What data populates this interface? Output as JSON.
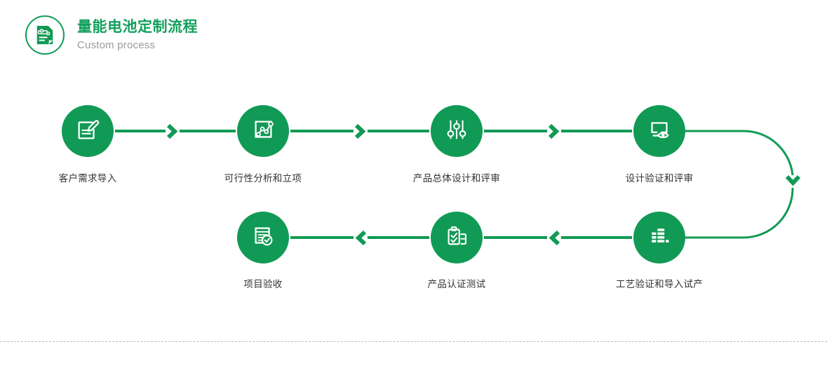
{
  "header": {
    "icon": "process-document-icon",
    "title": "量能电池定制流程",
    "subtitle": "Custom process"
  },
  "colors": {
    "brand_green": "#119a55",
    "title_green": "#12a05c",
    "subtitle_gray": "#9a9a9a",
    "label_gray": "#333333",
    "divider_gray": "#b9b9b9",
    "node_icon_white": "#ffffff"
  },
  "flow": {
    "direction_top_row": "left-to-right",
    "direction_bottom_row": "right-to-left",
    "turnaround": "right-side-u-curve",
    "steps": [
      {
        "index": 1,
        "label": "客户需求导入",
        "icon": "document-pencil-icon",
        "row": "top"
      },
      {
        "index": 2,
        "label": "可行性分析和立项",
        "icon": "line-chart-icon",
        "row": "top"
      },
      {
        "index": 3,
        "label": "产品总体设计和评审",
        "icon": "sliders-icon",
        "row": "top"
      },
      {
        "index": 4,
        "label": "设计验证和评审",
        "icon": "monitor-eye-icon",
        "row": "top"
      },
      {
        "index": 5,
        "label": "工艺验证和导入试产",
        "icon": "bar-blocks-icon",
        "row": "bottom"
      },
      {
        "index": 6,
        "label": "产品认证测试",
        "icon": "clipboard-check-icon",
        "row": "bottom"
      },
      {
        "index": 7,
        "label": "项目验收",
        "icon": "document-check-icon",
        "row": "bottom"
      }
    ],
    "connectors": [
      {
        "id": "c1",
        "from": 1,
        "to": 2,
        "marker": "chevron-right-icon"
      },
      {
        "id": "c2",
        "from": 2,
        "to": 3,
        "marker": "chevron-right-icon"
      },
      {
        "id": "c3",
        "from": 3,
        "to": 4,
        "marker": "chevron-right-icon"
      },
      {
        "id": "c4",
        "from": 4,
        "to": 5,
        "marker": "chevron-down-icon"
      },
      {
        "id": "c5",
        "from": 5,
        "to": 6,
        "marker": "chevron-left-icon"
      },
      {
        "id": "c6",
        "from": 6,
        "to": 7,
        "marker": "chevron-left-icon"
      }
    ]
  },
  "footer": {
    "divider": "dashed-rule"
  }
}
